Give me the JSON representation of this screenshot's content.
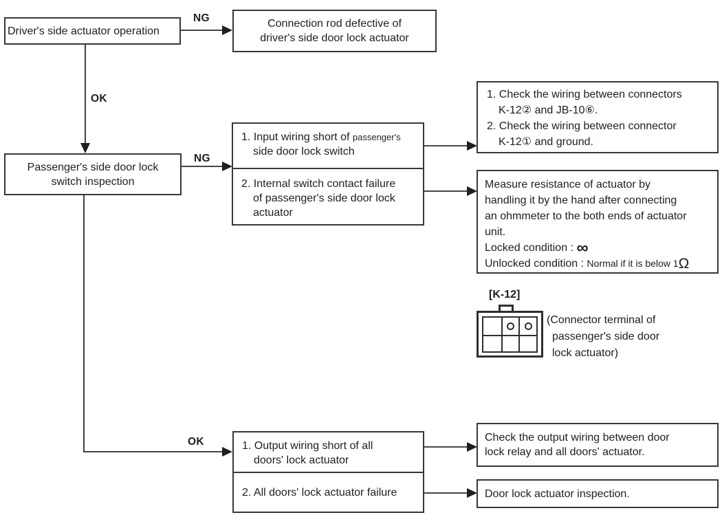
{
  "palette": {
    "line_color": "#2b2b2b",
    "border_color": "#373737",
    "text_color": "#1e1e1e",
    "background": "#ffffff"
  },
  "flowchart": {
    "edge_labels": {
      "ng1": "NG",
      "ok1": "OK",
      "ng2": "NG",
      "ok2": "OK"
    },
    "driver_operation_box": {
      "text": "Driver's side actuator operation"
    },
    "connection_rod_box": {
      "lines": [
        "Connection rod defective of",
        "driver's side door lock actuator"
      ]
    },
    "passenger_inspection_box": {
      "lines": [
        "Passenger's side door lock",
        "switch inspection"
      ]
    },
    "ng_causes_box": {
      "item1": {
        "line1_main": "1. Input wiring short of",
        "line1_small": "passenger's",
        "line2": "side door lock switch"
      },
      "item2": {
        "lines": [
          "2. Internal switch contact failure",
          "of passenger's side door lock",
          "actuator"
        ]
      }
    },
    "wiring_check_box": {
      "lines": [
        "1. Check the wiring between connectors",
        "K-12② and JB-10⑥.",
        "2. Check the wiring between connector",
        "K-12① and ground."
      ]
    },
    "resistance_box": {
      "lines": [
        "Measure resistance of actuator by",
        "handling it by the hand after connecting",
        "an ohmmeter to the both ends of actuator",
        "unit."
      ],
      "locked_label": "Locked condition :",
      "infinity_symbol": "∞",
      "unlocked_label": "Unlocked condition :",
      "unlocked_value": "Normal if it is below 1",
      "omega_symbol": "Ω"
    },
    "connector": {
      "title": "[K-12]",
      "caption_lines": [
        "(Connector terminal of",
        "passenger's side door",
        "lock actuator)"
      ]
    },
    "ok_causes_box": {
      "item1": {
        "lines": [
          "1. Output wiring short of all",
          "doors' lock actuator"
        ]
      },
      "item2": {
        "text": "2. All doors' lock actuator failure"
      }
    },
    "output_wiring_box": {
      "lines": [
        "Check the output wiring between door",
        "lock relay and all doors' actuator."
      ]
    },
    "actuator_inspection_box": {
      "text": "Door lock actuator inspection."
    }
  }
}
